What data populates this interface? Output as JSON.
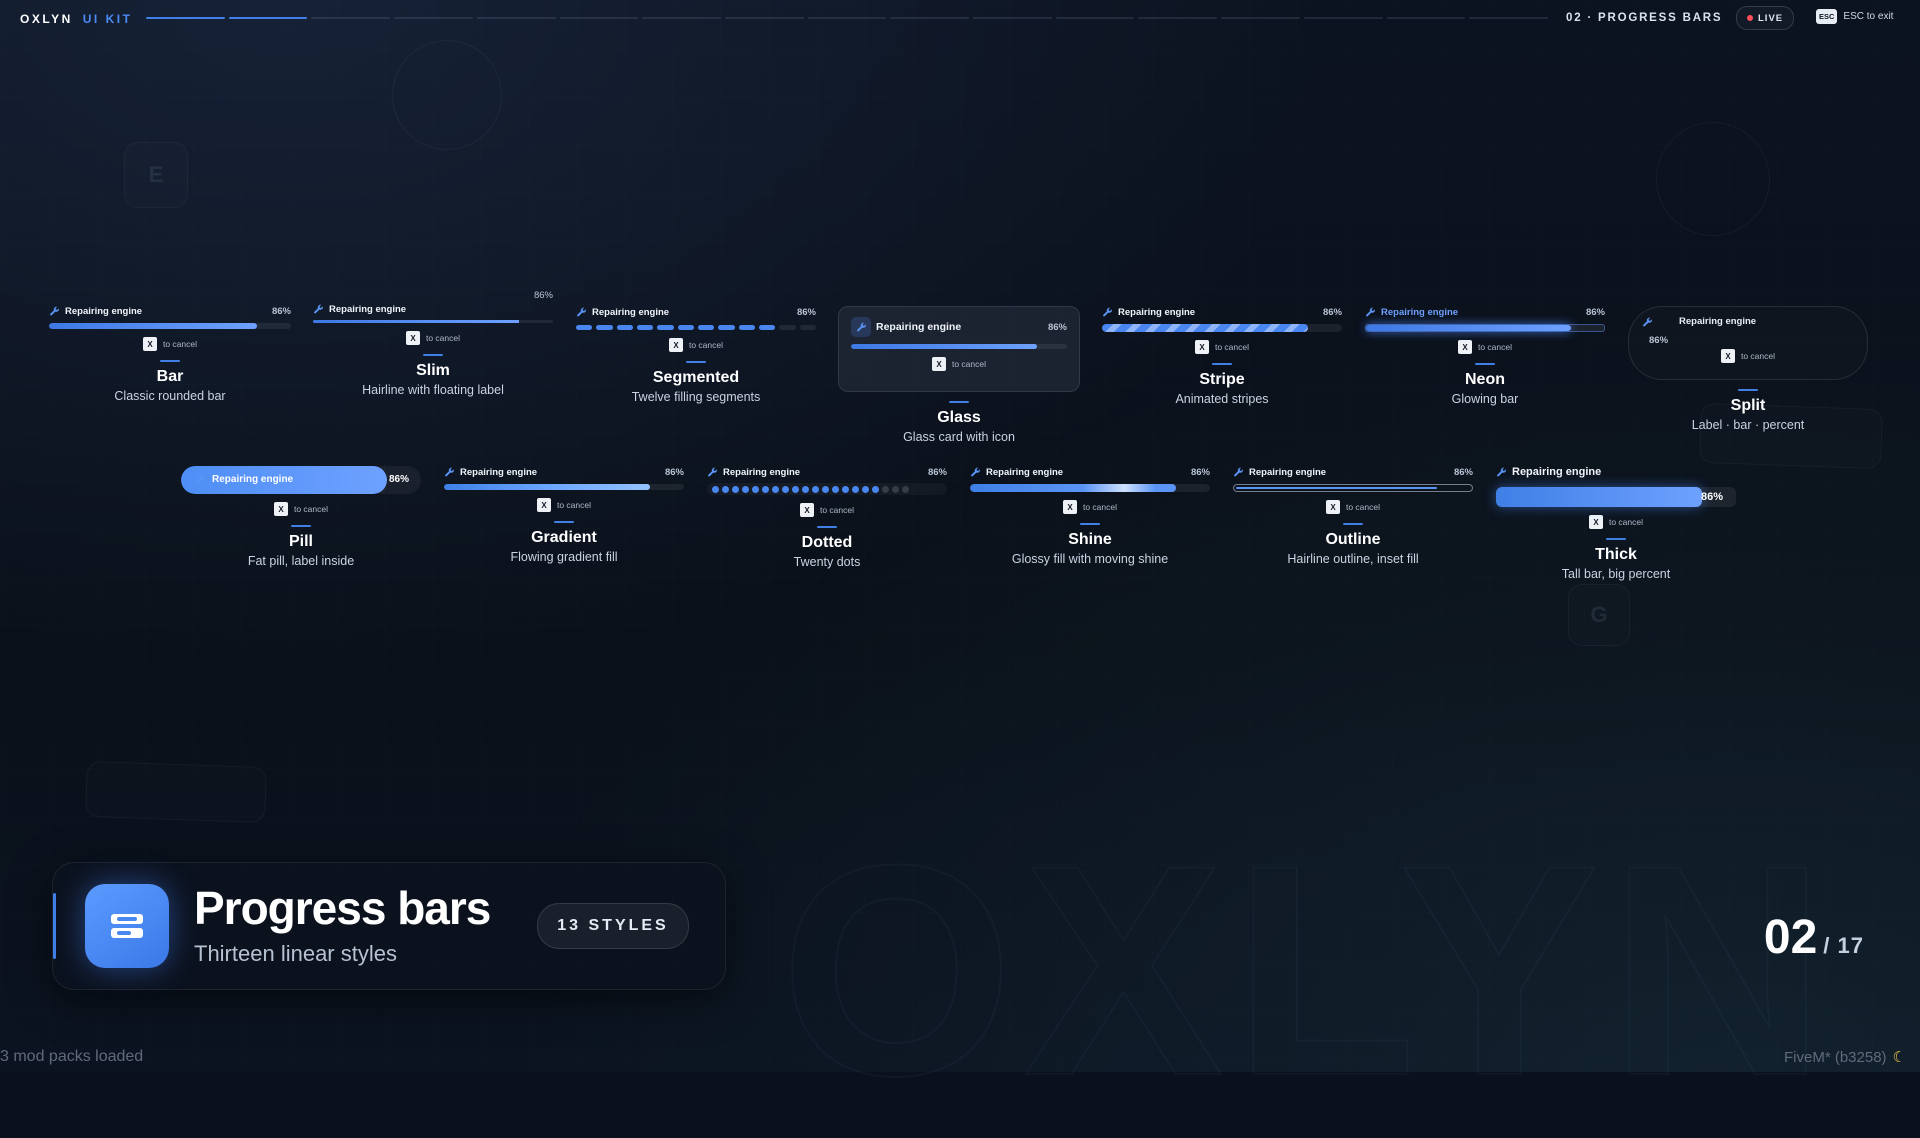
{
  "topbar": {
    "brand": "OXLYN",
    "brand_sub": "UI KIT",
    "slide_title": "02 · PROGRESS BARS",
    "live_label": "LIVE",
    "esc_key": "ESC",
    "esc_label": "ESC to exit",
    "slides_total": 17,
    "slides_active": 2
  },
  "bar_common": {
    "label": "Repairing engine",
    "percent_text": "86%",
    "progress": 0.86,
    "cancel_key": "X",
    "cancel_text": "to cancel"
  },
  "styles": [
    {
      "name": "Bar",
      "desc": "Classic rounded bar"
    },
    {
      "name": "Slim",
      "desc": "Hairline with floating label"
    },
    {
      "name": "Segmented",
      "desc": "Twelve filling segments"
    },
    {
      "name": "Glass",
      "desc": "Glass card with icon"
    },
    {
      "name": "Stripe",
      "desc": "Animated stripes"
    },
    {
      "name": "Neon",
      "desc": "Glowing bar"
    },
    {
      "name": "Split",
      "desc": "Label · bar · percent"
    },
    {
      "name": "Pill",
      "desc": "Fat pill, label inside"
    },
    {
      "name": "Gradient",
      "desc": "Flowing gradient fill"
    },
    {
      "name": "Dotted",
      "desc": "Twenty dots"
    },
    {
      "name": "Shine",
      "desc": "Glossy fill with moving shine"
    },
    {
      "name": "Outline",
      "desc": "Hairline outline, inset fill"
    },
    {
      "name": "Thick",
      "desc": "Tall bar, big percent"
    }
  ],
  "segments": {
    "total": 12,
    "filled": 10
  },
  "dots": {
    "total": 20,
    "filled": 17
  },
  "hero": {
    "title": "Progress bars",
    "subtitle": "Thirteen linear styles",
    "badge": "13 STYLES"
  },
  "counter": {
    "current": "02",
    "total": "/ 17"
  },
  "footer": {
    "left": "3 mod packs loaded",
    "right": "FiveM* (b3258)"
  },
  "colors": {
    "accent": "#3f7fe6",
    "live": "#ff4d5a",
    "background": "#0b111c"
  }
}
